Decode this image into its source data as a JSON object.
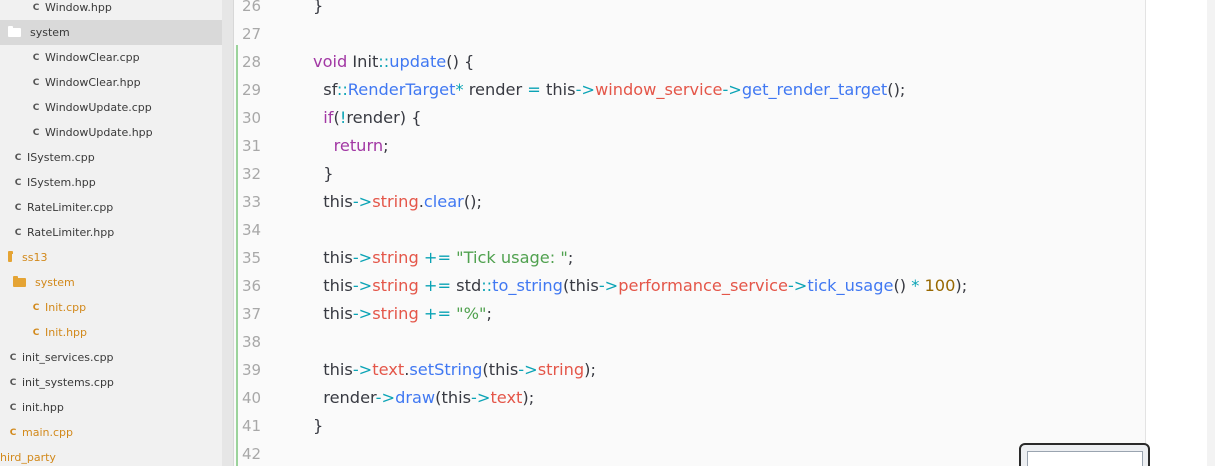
{
  "sidebar": {
    "items": [
      {
        "label": "Window.hpp",
        "kind": "file",
        "depth": 2,
        "color": "gray"
      },
      {
        "label": "system",
        "kind": "folder",
        "depth": 0,
        "color": "white",
        "selected": true
      },
      {
        "label": "WindowClear.cpp",
        "kind": "file",
        "depth": 2,
        "color": "gray"
      },
      {
        "label": "WindowClear.hpp",
        "kind": "file",
        "depth": 2,
        "color": "gray"
      },
      {
        "label": "WindowUpdate.cpp",
        "kind": "file",
        "depth": 2,
        "color": "gray"
      },
      {
        "label": "WindowUpdate.hpp",
        "kind": "file",
        "depth": 2,
        "color": "gray"
      },
      {
        "label": "ISystem.cpp",
        "kind": "file",
        "depth": 1,
        "color": "gray"
      },
      {
        "label": "ISystem.hpp",
        "kind": "file",
        "depth": 1,
        "color": "gray"
      },
      {
        "label": "RateLimiter.cpp",
        "kind": "file",
        "depth": 1,
        "color": "gray"
      },
      {
        "label": "RateLimiter.hpp",
        "kind": "file",
        "depth": 1,
        "color": "gray"
      },
      {
        "label": "ss13",
        "kind": "folder-open",
        "depth": 0,
        "color": "orange"
      },
      {
        "label": "system",
        "kind": "folder",
        "depth": 1,
        "color": "orange"
      },
      {
        "label": "Init.cpp",
        "kind": "file",
        "depth": 2,
        "color": "orange"
      },
      {
        "label": "Init.hpp",
        "kind": "file",
        "depth": 2,
        "color": "orange"
      },
      {
        "label": "init_services.cpp",
        "kind": "file",
        "depth": 0,
        "color": "gray"
      },
      {
        "label": "init_systems.cpp",
        "kind": "file",
        "depth": 0,
        "color": "gray"
      },
      {
        "label": "init.hpp",
        "kind": "file",
        "depth": 0,
        "color": "gray"
      },
      {
        "label": "main.cpp",
        "kind": "file",
        "depth": 0,
        "color": "orange"
      },
      {
        "label": "hird_party",
        "kind": "folder-partial",
        "depth": 0,
        "color": "orange"
      }
    ]
  },
  "editor": {
    "lines": [
      {
        "n": "26",
        "tokens": [
          [
            "plain",
            "}"
          ]
        ]
      },
      {
        "n": "27",
        "tokens": []
      },
      {
        "n": "28",
        "tokens": [
          [
            "kw",
            "void"
          ],
          [
            "plain",
            " Init"
          ],
          [
            "op",
            "::"
          ],
          [
            "fn",
            "update"
          ],
          [
            "plain",
            "() {"
          ]
        ]
      },
      {
        "n": "29",
        "tokens": [
          [
            "plain",
            "  sf"
          ],
          [
            "op",
            "::"
          ],
          [
            "type",
            "RenderTarget"
          ],
          [
            "op",
            "*"
          ],
          [
            "plain",
            " render "
          ],
          [
            "op",
            "="
          ],
          [
            "plain",
            " this"
          ],
          [
            "op",
            "->"
          ],
          [
            "mem",
            "window_service"
          ],
          [
            "op",
            "->"
          ],
          [
            "fn",
            "get_render_target"
          ],
          [
            "plain",
            "();"
          ]
        ]
      },
      {
        "n": "30",
        "tokens": [
          [
            "kw",
            "  if"
          ],
          [
            "plain",
            "("
          ],
          [
            "op",
            "!"
          ],
          [
            "plain",
            "render) {"
          ]
        ]
      },
      {
        "n": "31",
        "tokens": [
          [
            "kw",
            "    return"
          ],
          [
            "plain",
            ";"
          ]
        ]
      },
      {
        "n": "32",
        "tokens": [
          [
            "plain",
            "  }"
          ]
        ]
      },
      {
        "n": "33",
        "tokens": [
          [
            "plain",
            "  this"
          ],
          [
            "op",
            "->"
          ],
          [
            "mem",
            "string"
          ],
          [
            "plain",
            "."
          ],
          [
            "fn",
            "clear"
          ],
          [
            "plain",
            "();"
          ]
        ]
      },
      {
        "n": "34",
        "tokens": []
      },
      {
        "n": "35",
        "tokens": [
          [
            "plain",
            "  this"
          ],
          [
            "op",
            "->"
          ],
          [
            "mem",
            "string"
          ],
          [
            "plain",
            " "
          ],
          [
            "op",
            "+="
          ],
          [
            "plain",
            " "
          ],
          [
            "str",
            "\"Tick usage: \""
          ],
          [
            "plain",
            ";"
          ]
        ]
      },
      {
        "n": "36",
        "tokens": [
          [
            "plain",
            "  this"
          ],
          [
            "op",
            "->"
          ],
          [
            "mem",
            "string"
          ],
          [
            "plain",
            " "
          ],
          [
            "op",
            "+="
          ],
          [
            "plain",
            " std"
          ],
          [
            "op",
            "::"
          ],
          [
            "fn",
            "to_string"
          ],
          [
            "plain",
            "(this"
          ],
          [
            "op",
            "->"
          ],
          [
            "mem",
            "performance_service"
          ],
          [
            "op",
            "->"
          ],
          [
            "fn",
            "tick_usage"
          ],
          [
            "plain",
            "() "
          ],
          [
            "op",
            "*"
          ],
          [
            "plain",
            " "
          ],
          [
            "num",
            "100"
          ],
          [
            "plain",
            ");"
          ]
        ]
      },
      {
        "n": "37",
        "tokens": [
          [
            "plain",
            "  this"
          ],
          [
            "op",
            "->"
          ],
          [
            "mem",
            "string"
          ],
          [
            "plain",
            " "
          ],
          [
            "op",
            "+="
          ],
          [
            "plain",
            " "
          ],
          [
            "str",
            "\"%\""
          ],
          [
            "plain",
            ";"
          ]
        ]
      },
      {
        "n": "38",
        "tokens": []
      },
      {
        "n": "39",
        "tokens": [
          [
            "plain",
            "  this"
          ],
          [
            "op",
            "->"
          ],
          [
            "mem",
            "text"
          ],
          [
            "plain",
            "."
          ],
          [
            "fn",
            "setString"
          ],
          [
            "plain",
            "(this"
          ],
          [
            "op",
            "->"
          ],
          [
            "mem",
            "string"
          ],
          [
            "plain",
            ");"
          ]
        ]
      },
      {
        "n": "40",
        "tokens": [
          [
            "plain",
            "  render"
          ],
          [
            "op",
            "->"
          ],
          [
            "fn",
            "draw"
          ],
          [
            "plain",
            "(this"
          ],
          [
            "op",
            "->"
          ],
          [
            "mem",
            "text"
          ],
          [
            "plain",
            ");"
          ]
        ]
      },
      {
        "n": "41",
        "tokens": [
          [
            "plain",
            "}"
          ]
        ]
      },
      {
        "n": "42",
        "tokens": []
      }
    ]
  },
  "colors": {
    "keyword": "#a238a4",
    "type": "#4078f2",
    "member": "#e45649",
    "operator": "#0aa3b5",
    "string": "#50a14f",
    "number": "#986801",
    "line_number": "#a8a8a8",
    "folder_accent": "#d2891b",
    "gutter_change": "#9bd39b"
  }
}
